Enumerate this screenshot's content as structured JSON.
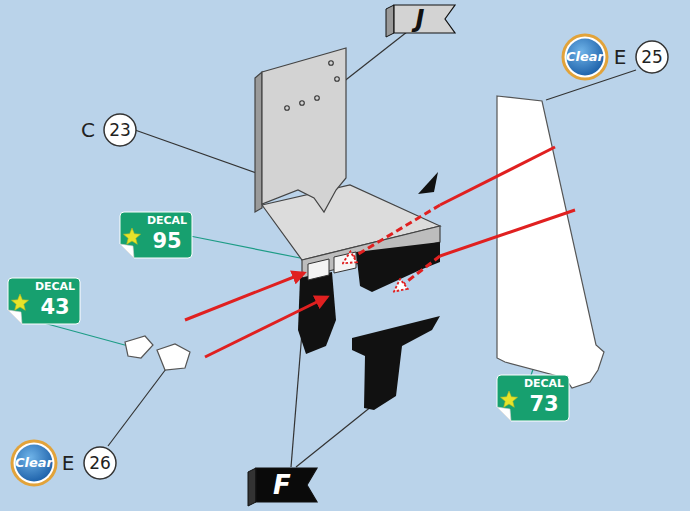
{
  "diagram": {
    "nodes": [
      {
        "text": [
          "J"
        ]
      },
      {
        "text": [
          "Clear"
        ]
      },
      {
        "text": [
          "E",
          "25"
        ]
      },
      {
        "text": [
          "C",
          "23"
        ]
      },
      {
        "text": [
          "DECAL",
          "95"
        ]
      },
      {
        "text": [
          "DECAL",
          "43"
        ]
      },
      {
        "text": [
          "DECAL",
          "73"
        ]
      },
      {
        "text": [
          "Clear"
        ]
      },
      {
        "text": [
          "E",
          "26"
        ]
      },
      {
        "text": [
          "F"
        ]
      }
    ]
  }
}
